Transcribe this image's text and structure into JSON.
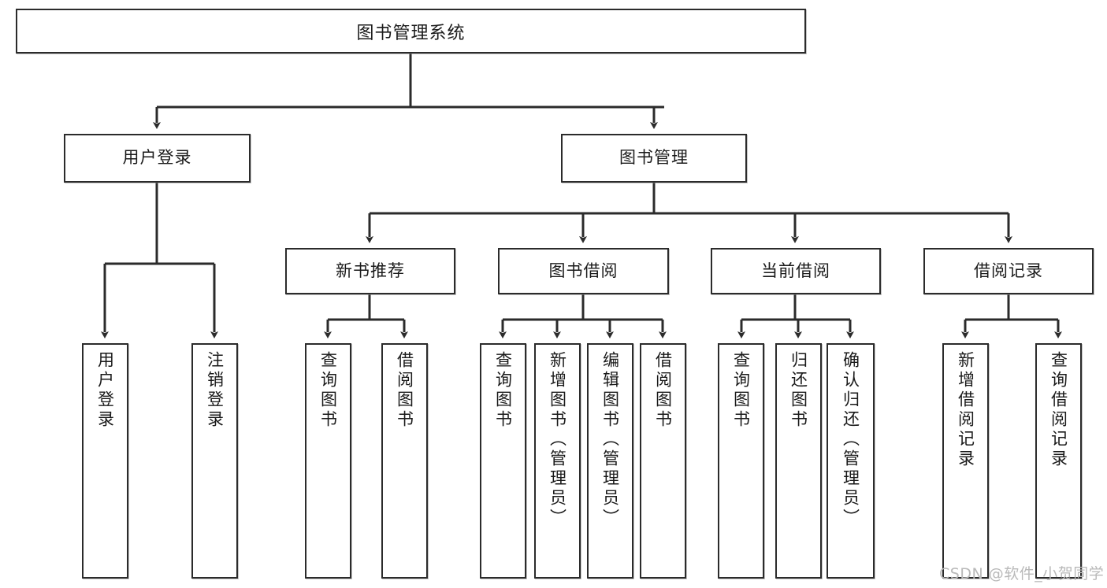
{
  "diagram": {
    "type": "tree",
    "title": "图书管理系统",
    "orientation": "top-down",
    "colors": {
      "box_border": "#2b2b2b",
      "box_fill": "#ffffff",
      "edge": "#2b2b2b",
      "background": "#ffffff",
      "watermark": "#b9b9b9"
    }
  },
  "root": {
    "label": "图书管理系统"
  },
  "level1": [
    {
      "label": "用户登录"
    },
    {
      "label": "图书管理"
    }
  ],
  "level2": [
    {
      "label": "新书推荐"
    },
    {
      "label": "图书借阅"
    },
    {
      "label": "当前借阅"
    },
    {
      "label": "借阅记录"
    }
  ],
  "leaves": {
    "user_login": [
      {
        "label": "用户登录"
      },
      {
        "label": "注销登录"
      }
    ],
    "new_book": [
      {
        "label": "查询图书"
      },
      {
        "label": "借阅图书"
      }
    ],
    "book_borrow": [
      {
        "label": "查询图书"
      },
      {
        "label": "新增图书（管理员）"
      },
      {
        "label": "编辑图书（管理员）"
      },
      {
        "label": "借阅图书"
      }
    ],
    "current_borrow": [
      {
        "label": "查询图书"
      },
      {
        "label": "归还图书"
      },
      {
        "label": "确认归还（管理员）"
      }
    ],
    "borrow_record": [
      {
        "label": "新增借阅记录"
      },
      {
        "label": "查询借阅记录"
      }
    ]
  },
  "watermark": {
    "text": "CSDN @软件_小贺同学"
  }
}
